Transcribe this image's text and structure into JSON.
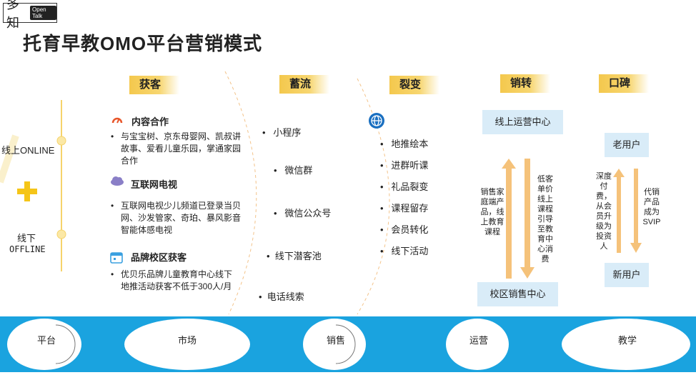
{
  "logo": {
    "text": "多知",
    "badge": "Open Talk"
  },
  "title": "托育早教OMO平台营销模式",
  "stages": [
    "获客",
    "蓄流",
    "裂变",
    "销转",
    "口碑"
  ],
  "left": {
    "online": "线上ONLINE",
    "offline_cn": "线下",
    "offline_en": "OFFLINE"
  },
  "acquire": {
    "items": [
      {
        "heading": "内容合作",
        "text": "与宝宝树、京东母婴网、凯叔讲故事、爱看儿童乐园，掌通家园合作"
      },
      {
        "heading": "互联网电视",
        "text": "互联网电视少儿频道已登录当贝网、沙发管家、奇珀、暴风影音智能体感电视"
      },
      {
        "heading": "品牌校区获客",
        "text": "优贝乐品牌儿童教育中心线下地推活动获客不低于300人/月"
      }
    ]
  },
  "pool": [
    "小程序",
    "微信群",
    "微信公众号",
    "线下潜客池",
    "电话线索"
  ],
  "fission": [
    "地推绘本",
    "进群听课",
    "礼品裂变",
    "课程留存",
    "会员转化",
    "线下活动"
  ],
  "conversion": {
    "top_box": "线上运营中心",
    "bottom_box": "校区销售中心",
    "up_text": "销售家庭端产品，线上教育课程",
    "down_text": "低客单价线上课程引导至教育中心消费"
  },
  "wom": {
    "top_box": "老用户",
    "bottom_box": "新用户",
    "up_text": "深度付费，从会员升级为投资人",
    "down_text": "代销产品成为SVIP"
  },
  "bottom": [
    "平台",
    "市场",
    "销售",
    "运营",
    "教学"
  ],
  "colors": {
    "accent": "#f4c84d",
    "blue": "#1aa3df",
    "box": "#d9ecf8",
    "arrow": "#f5c27a"
  }
}
